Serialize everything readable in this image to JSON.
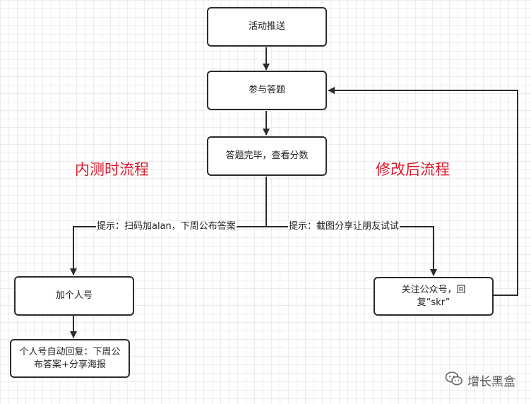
{
  "nodes": {
    "activity_push": "活动推送",
    "join_quiz": "参与答题",
    "quiz_done": "答题完毕，查看分数",
    "add_personal": "加个人号",
    "auto_reply": "个人号自动回复：下周公布答案+分享海报",
    "follow_official": "关注公众号，回复“skr”"
  },
  "edge_labels": {
    "left": "提示：扫码加alan，下周公布答案",
    "right": "提示：截图分享让朋友试试"
  },
  "titles": {
    "internal": "内测时流程",
    "modified": "修改后流程"
  },
  "watermark": {
    "text": "增长黑盒",
    "icon": "wechat-icon"
  },
  "colors": {
    "title_red": "#e0192c",
    "stroke": "#2b2b2b"
  }
}
